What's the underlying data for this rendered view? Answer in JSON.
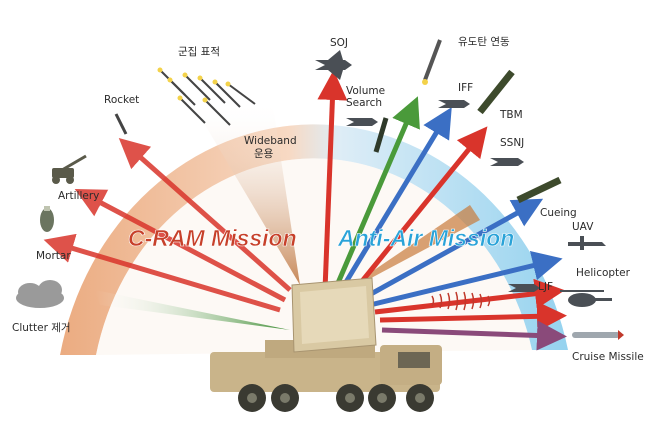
{
  "missions": {
    "cram": {
      "title": "C-RAM Mission",
      "color": "#c7402a"
    },
    "antiair": {
      "title": "Anti-Air Mission",
      "color": "#2aa3d8"
    }
  },
  "left_labels": {
    "cluster": "군집 표적",
    "rocket": "Rocket",
    "artillery": "Artillery",
    "mortar": "Mortar",
    "clutter": "Clutter 제거",
    "wideband": "Wideband",
    "wideband2": "운용"
  },
  "right_labels": {
    "soj": "SOJ",
    "guided": "유도탄 연동",
    "volume": "Volume",
    "volume2": "Search",
    "iff": "IFF",
    "tbm": "TBM",
    "ssnj": "SSNJ",
    "cueing": "Cueing",
    "uav": "UAV",
    "helicopter": "Helicopter",
    "ljf": "LJF",
    "cruise": "Cruise Missile"
  },
  "colors": {
    "arc_left": "#f0b27a",
    "arc_right": "#9fd6ef",
    "arrow_red": "#d9342b",
    "arrow_green": "#4a9a3a",
    "arrow_blue": "#3b6fc4",
    "arrow_purple": "#8a4a7a",
    "arrow_orange": "#d98a3a"
  },
  "icons": [
    "rocket-icon",
    "artillery-icon",
    "mortar-icon",
    "cloud-icon",
    "fighter-jet-icon",
    "missile-icon",
    "helicopter-icon",
    "uav-icon",
    "radar-truck-icon"
  ]
}
